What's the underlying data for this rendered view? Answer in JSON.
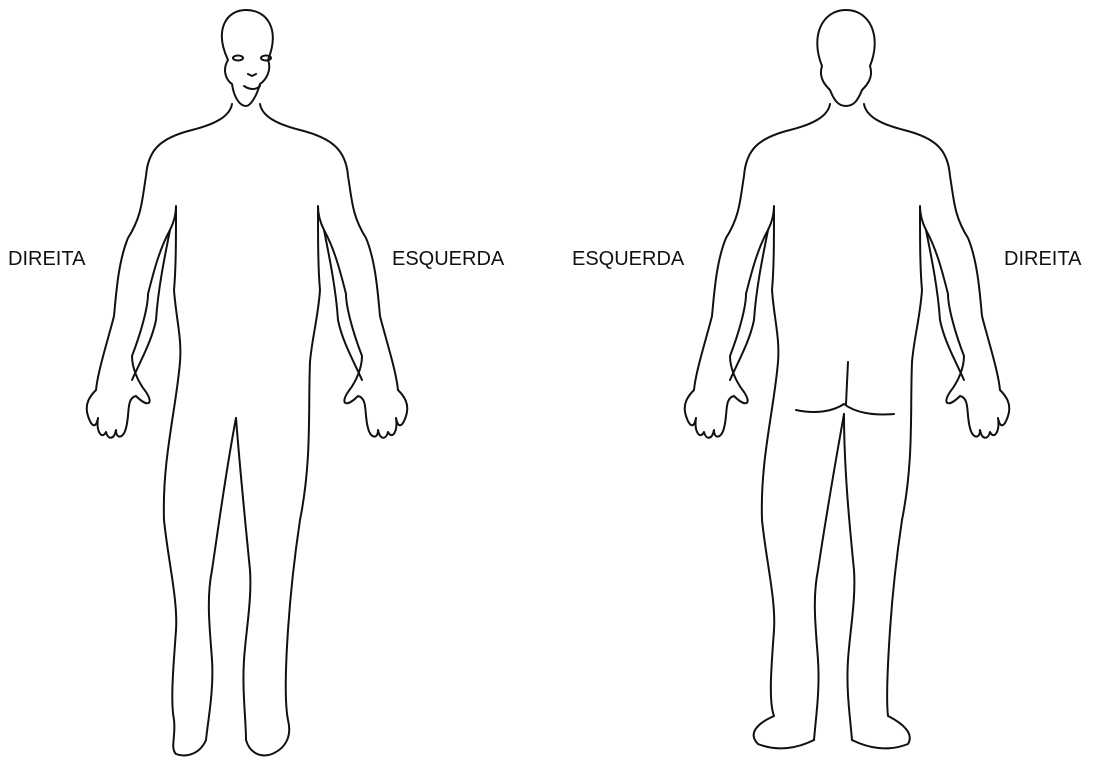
{
  "front_view": {
    "right_side_label": "DIREITA",
    "left_side_label": "ESQUERDA"
  },
  "back_view": {
    "left_side_label": "ESQUERDA",
    "right_side_label": "DIREITA"
  },
  "colors": {
    "outline": "#111111",
    "background": "#ffffff"
  }
}
